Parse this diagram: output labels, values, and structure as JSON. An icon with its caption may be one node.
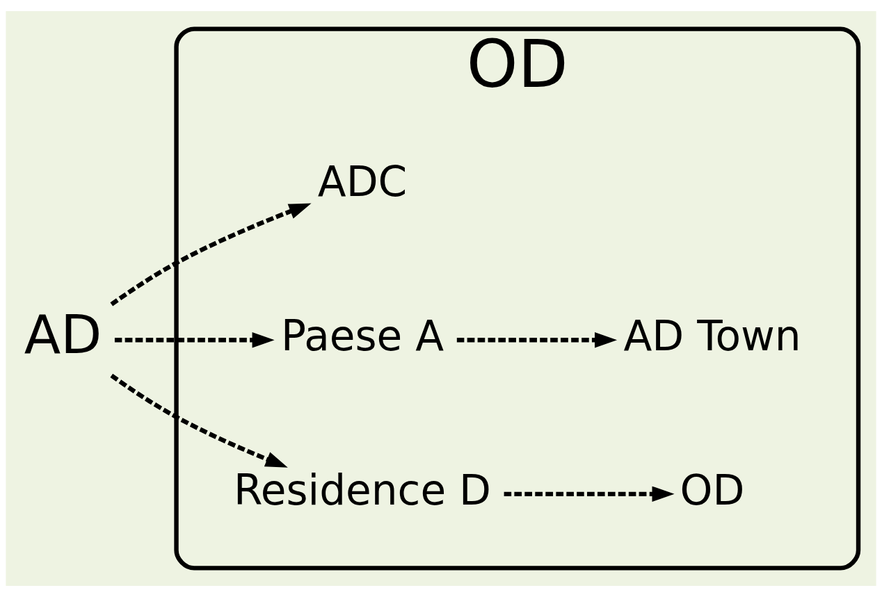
{
  "diagram": {
    "nodes": [
      {
        "text": [
          "OD"
        ]
      },
      {
        "text": [
          "AD"
        ]
      },
      {
        "text": [
          "ADC"
        ],
        "in": 0
      },
      {
        "text": [
          "Paese A"
        ],
        "in": 0
      },
      {
        "text": [
          "AD Town"
        ],
        "in": 0
      },
      {
        "text": [
          "Residence D"
        ],
        "in": 0
      },
      {
        "text": [
          "OD"
        ],
        "in": 0
      }
    ],
    "edges": [
      {
        "from": 1,
        "to": 2,
        "arrow": "to",
        "style": "dashed"
      },
      {
        "from": 1,
        "to": 3,
        "arrow": "to",
        "style": "dashed"
      },
      {
        "from": 1,
        "to": 5,
        "arrow": "to",
        "style": "dashed"
      },
      {
        "from": 3,
        "to": 4,
        "arrow": "to",
        "style": "dashed"
      },
      {
        "from": 5,
        "to": 6,
        "arrow": "to",
        "style": "dashed"
      }
    ]
  }
}
